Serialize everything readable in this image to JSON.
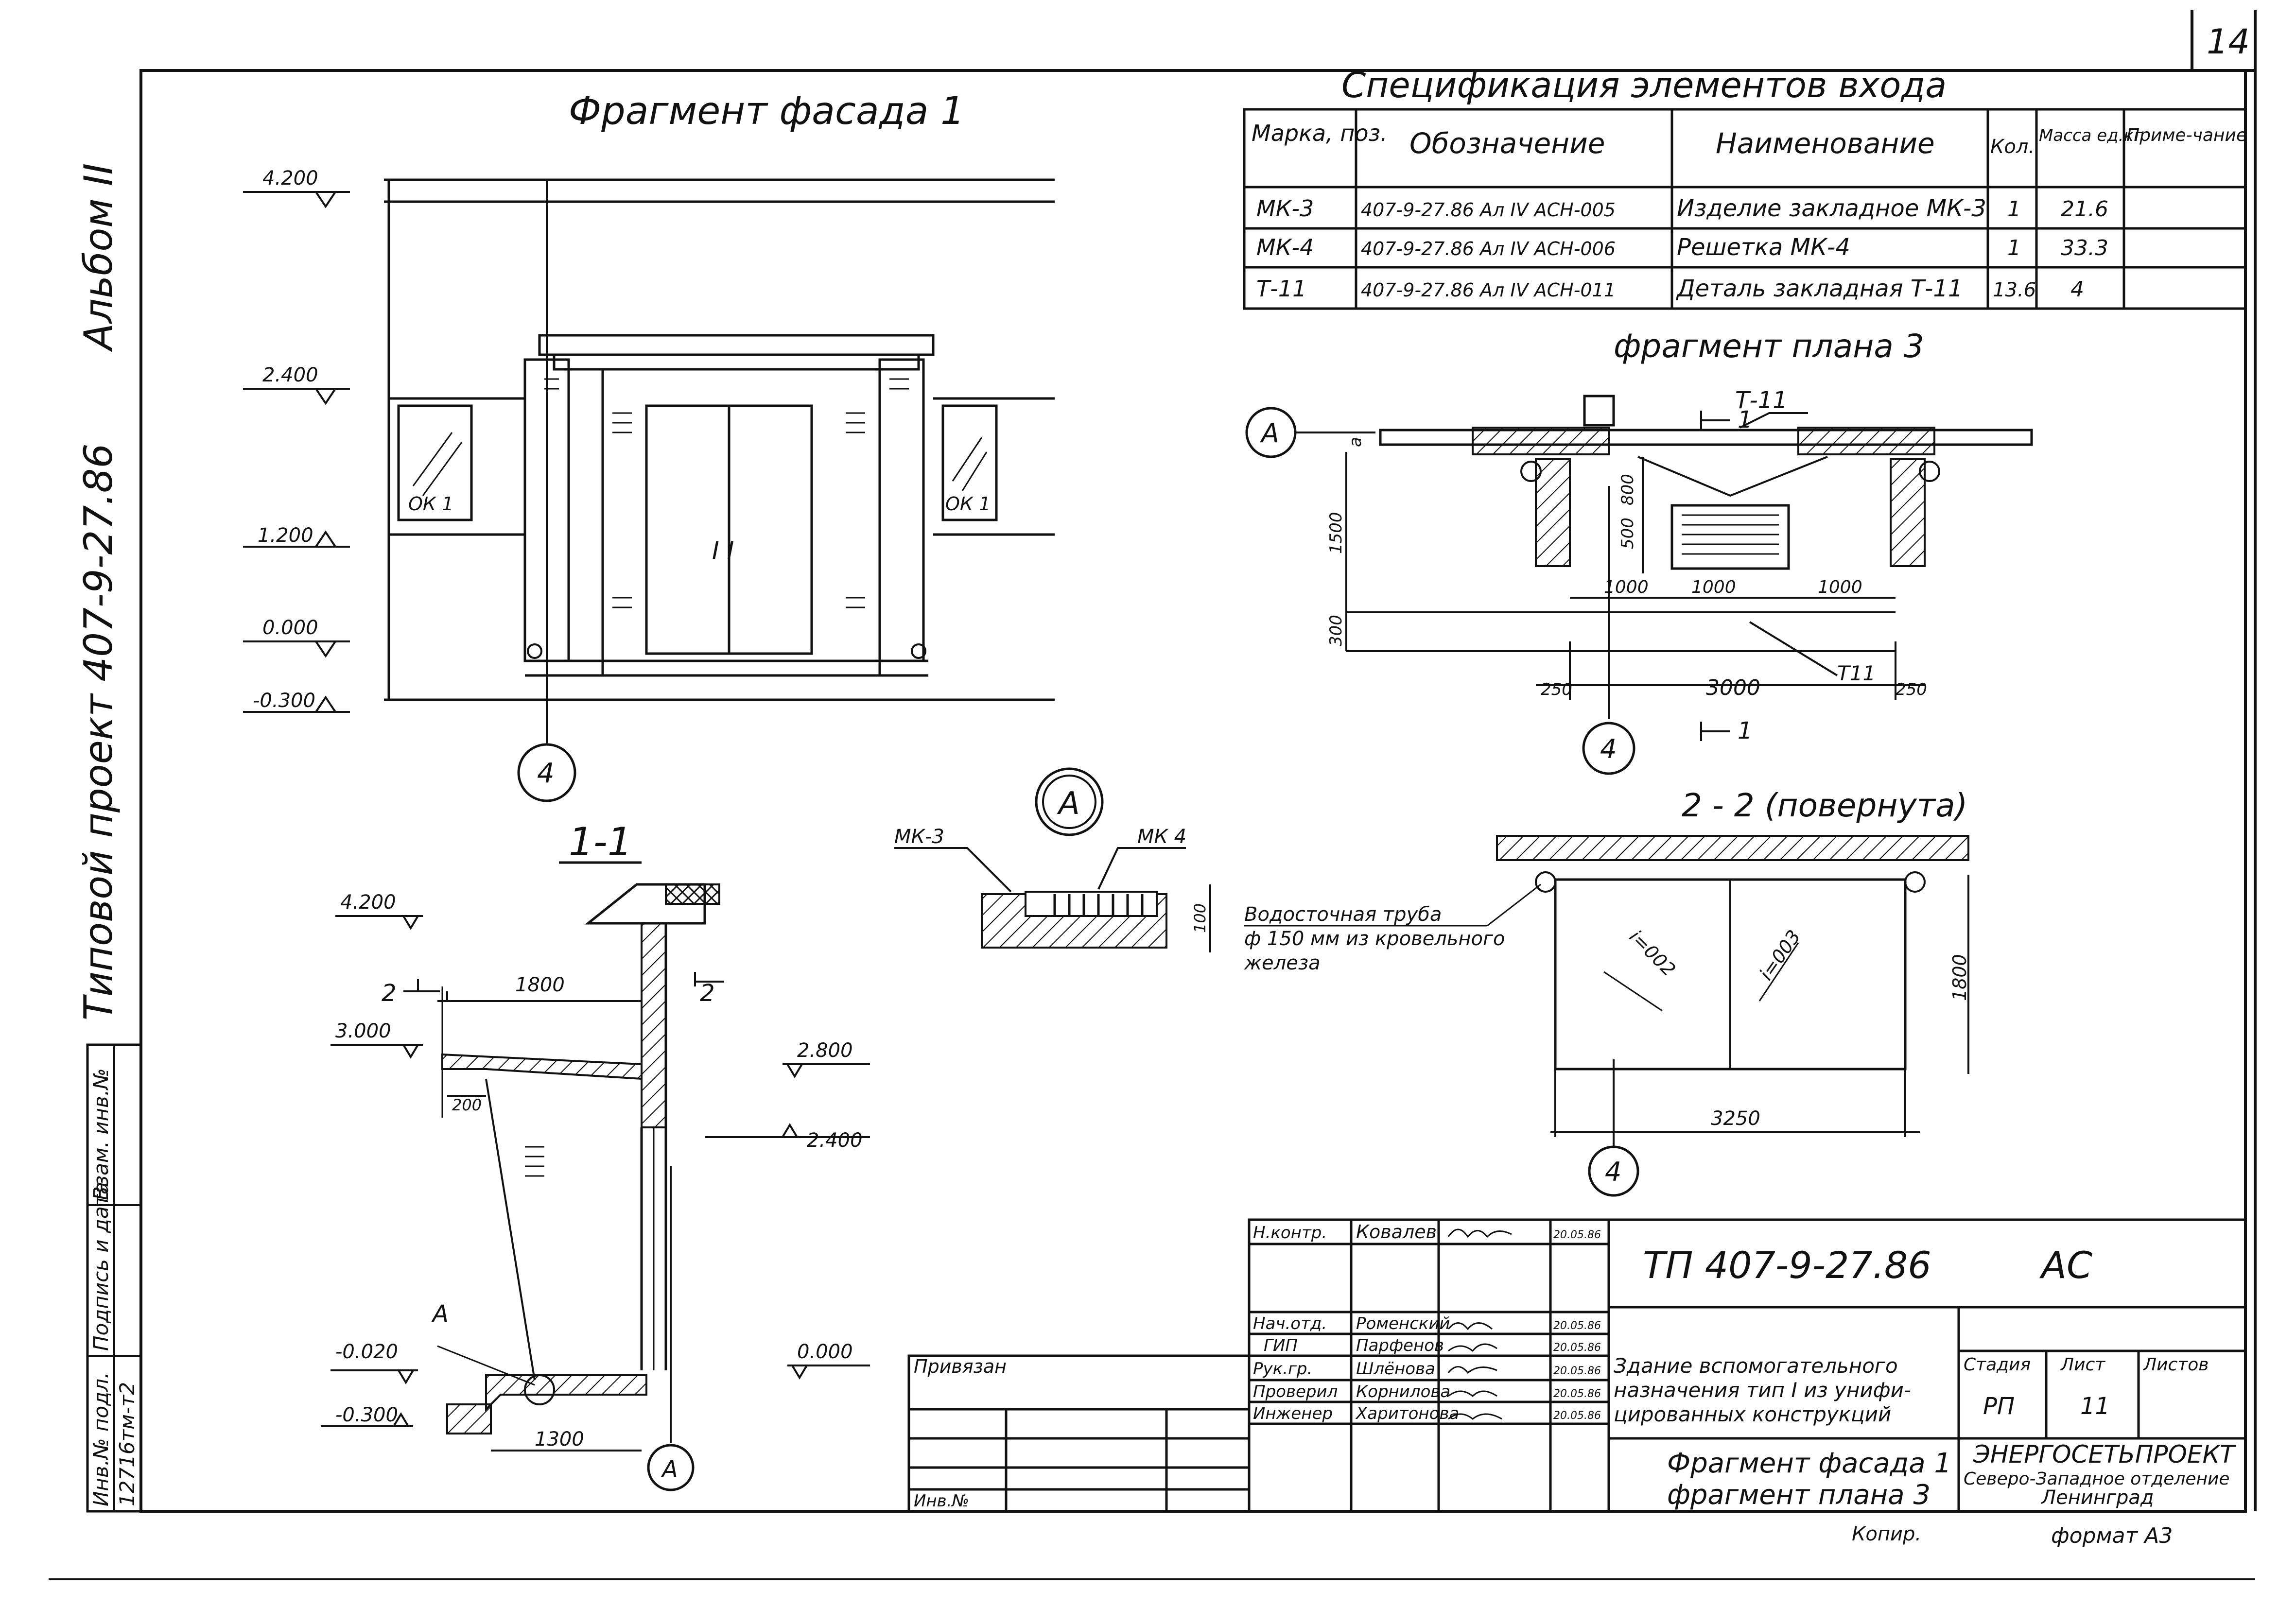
{
  "sheet": {
    "number": "14",
    "album": "Альбом II",
    "project": "Типовой проект 407-9-27.86",
    "left_stamp": [
      "Инв.№ подл.",
      "Подпись и дата",
      "Взам. инв.№"
    ],
    "inv_number": "12716тм-т2"
  },
  "facade": {
    "title": "Фрагмент фасада 1",
    "levels": [
      "4.200",
      "2.400",
      "1.200",
      "0.000",
      "-0.300"
    ],
    "window_left": "ОК 1",
    "window_right": "ОК 1",
    "door": "I I",
    "axis": "4"
  },
  "spec": {
    "title": "Спецификация элементов входа",
    "headers": [
      "Марка, поз.",
      "Обозначение",
      "Наименование",
      "Кол.",
      "Масса ед.кг",
      "Приме-чание"
    ],
    "rows": [
      [
        "МК-3",
        "407-9-27.86 Ал IV АСН-005",
        "Изделие закладное МК-3",
        "1",
        "21.6",
        ""
      ],
      [
        "МК-4",
        "407-9-27.86 Ал IV АСН-006",
        "Решетка МК-4",
        "1",
        "33.3",
        ""
      ],
      [
        "Т-11",
        "407-9-27.86 Ал IV АСН-011",
        "Деталь закладная Т-11",
        "13.6",
        "4",
        ""
      ]
    ]
  },
  "plan": {
    "title": "фрагмент плана 3",
    "axis_a": "А",
    "axis_4": "4",
    "section_mark": "1",
    "t11_top": "Т-11",
    "t11_bottom": "Т11",
    "dims": [
      "800",
      "500",
      "1500",
      "300",
      "1000",
      "1000",
      "1000",
      "250",
      "3000",
      "250"
    ],
    "a_label": "а"
  },
  "section11": {
    "title": "1-1",
    "levels": [
      "4.200",
      "3.000",
      "-0.020",
      "-0.300",
      "2.800",
      "2.400",
      "0.000"
    ],
    "dims": [
      "1800",
      "200",
      "1300"
    ],
    "mark2": "2",
    "callout_a": "А",
    "axis_a": "А"
  },
  "node_a": {
    "title": "А",
    "mk3": "МК-3",
    "mk4": "МК 4",
    "dim": "100"
  },
  "section22": {
    "title": "2 - 2 (повернута)",
    "pipe_note_1": "Водосточная труба",
    "pipe_note_2": "ф 150 мм из кровельного",
    "pipe_note_3": "железа",
    "slope1": "i=002",
    "slope2": "i=003",
    "dim_h": "1800",
    "dim_w": "3250",
    "axis": "4"
  },
  "titleblock": {
    "code": "ТП 407-9-27.86",
    "mark": "АС",
    "roles": [
      "Н.контр.",
      "Нач.отд.",
      "ГИП",
      "Рук.гр.",
      "Проверил",
      "Инженер"
    ],
    "names": [
      "Ковалев",
      "Роменский",
      "Парфенов",
      "Шлёнова",
      "Корнилова",
      "Харитонова"
    ],
    "dates": [
      "20.05.86",
      "20.05.86",
      "20.05.86",
      "20.05.86",
      "20.05.86",
      "20.05.86"
    ],
    "building_1": "Здание вспомогательного",
    "building_2": "назначения тип I из унифи-",
    "building_3": "цированных конструкций",
    "stage_h": "Стадия",
    "sheet_h": "Лист",
    "sheets_h": "Листов",
    "stage": "РП",
    "sheet_no": "11",
    "drawing_1": "Фрагмент фасада 1",
    "drawing_2": "фрагмент плана 3",
    "org_1": "ЭНЕРГОСЕТЬПРОЕКТ",
    "org_2": "Северо-Западное отделение",
    "org_3": "Ленинград",
    "linked": "Привязан",
    "inv": "Инв.№",
    "copied": "Копир.",
    "format": "формат А3"
  }
}
